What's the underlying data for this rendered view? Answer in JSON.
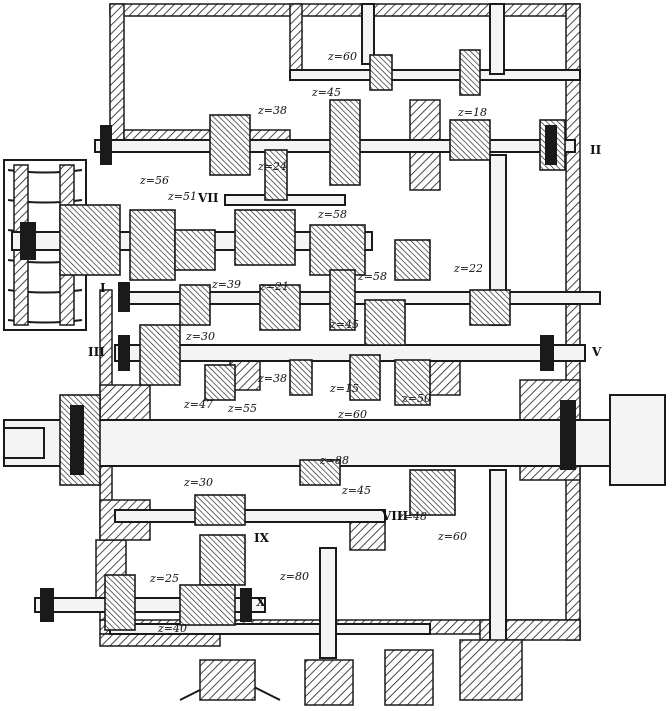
{
  "gear_labels": [
    {
      "id": "z60_top",
      "text": "z=60"
    },
    {
      "id": "z45_top",
      "text": "z=45"
    },
    {
      "id": "z38_a",
      "text": "z=38"
    },
    {
      "id": "z24",
      "text": "z=24"
    },
    {
      "id": "z18",
      "text": "z=18"
    },
    {
      "id": "z56",
      "text": "z=56"
    },
    {
      "id": "z51",
      "text": "z=51"
    },
    {
      "id": "z58_a",
      "text": "z=58"
    },
    {
      "id": "z58_b",
      "text": "z=58"
    },
    {
      "id": "z22",
      "text": "z=22"
    },
    {
      "id": "z39",
      "text": "z=39"
    },
    {
      "id": "z21",
      "text": "z=21"
    },
    {
      "id": "z30_a",
      "text": "z=30"
    },
    {
      "id": "z45_mid",
      "text": "z=45"
    },
    {
      "id": "z47",
      "text": "z=47"
    },
    {
      "id": "z55",
      "text": "z=55"
    },
    {
      "id": "z38_b",
      "text": "z=38"
    },
    {
      "id": "z15",
      "text": "z=15"
    },
    {
      "id": "z60_mid",
      "text": "z=60"
    },
    {
      "id": "z50",
      "text": "z=50"
    },
    {
      "id": "z88",
      "text": "z=88"
    },
    {
      "id": "z30_b",
      "text": "z=30"
    },
    {
      "id": "z45_low",
      "text": "z=45"
    },
    {
      "id": "z48",
      "text": "z=48"
    },
    {
      "id": "z60_low",
      "text": "z=60"
    },
    {
      "id": "z80",
      "text": "z=80"
    },
    {
      "id": "z25",
      "text": "z=25"
    },
    {
      "id": "z40",
      "text": "z=40"
    }
  ],
  "shaft_labels": [
    {
      "id": "II",
      "text": "II"
    },
    {
      "id": "VII",
      "text": "VII"
    },
    {
      "id": "I",
      "text": "I"
    },
    {
      "id": "III",
      "text": "III"
    },
    {
      "id": "V",
      "text": "V"
    },
    {
      "id": "VIII",
      "text": "VIII"
    },
    {
      "id": "IX",
      "text": "IX"
    },
    {
      "id": "X",
      "text": "X"
    }
  ]
}
